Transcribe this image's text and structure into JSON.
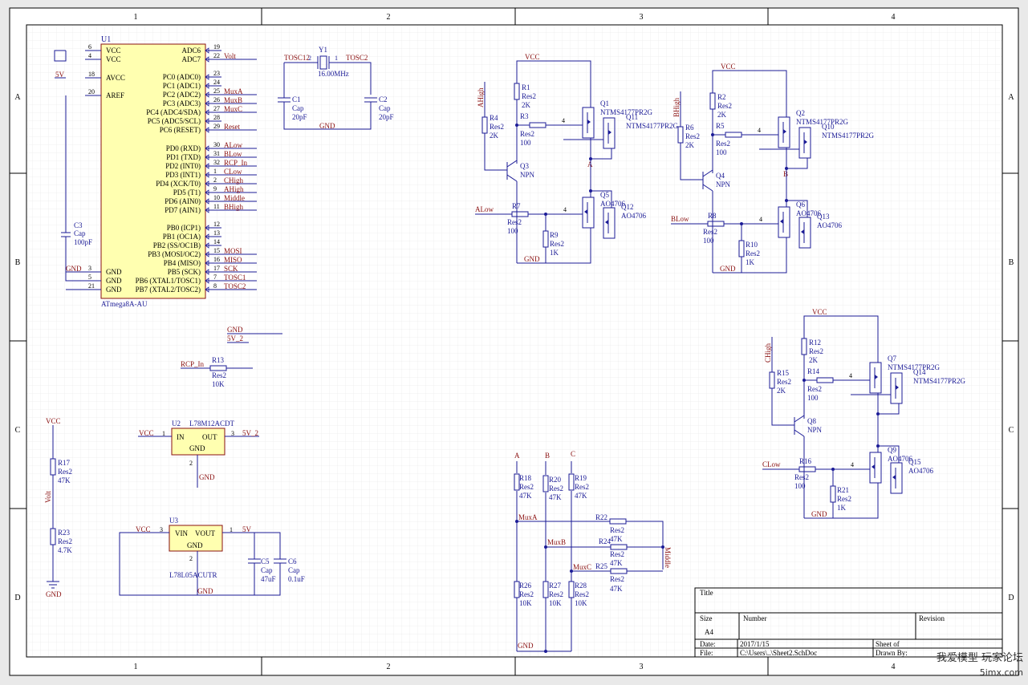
{
  "colors": {
    "wire": "#1b1b96",
    "net": "#8a1010",
    "part": "#ffffb0",
    "frame": "#000000"
  },
  "grid": {
    "cols": [
      "1",
      "2",
      "3",
      "4"
    ],
    "rows": [
      "A",
      "B",
      "C",
      "D"
    ]
  },
  "u1": {
    "designator": "U1",
    "part": "ATmega8A-AU",
    "left_pins": [
      {
        "num": "6",
        "name": "VCC"
      },
      {
        "num": "4",
        "name": "VCC"
      },
      {
        "num": "18",
        "name": "AVCC"
      },
      {
        "num": "20",
        "name": "AREF"
      },
      {
        "num": "3",
        "name": "GND"
      },
      {
        "num": "5",
        "name": "GND"
      },
      {
        "num": "21",
        "name": "GND"
      }
    ],
    "right_pins": [
      {
        "num": "19",
        "name": "ADC6",
        "net": ""
      },
      {
        "num": "22",
        "name": "ADC7",
        "net": "Volt"
      },
      {
        "num": "23",
        "name": "PC0 (ADC0)",
        "net": ""
      },
      {
        "num": "24",
        "name": "PC1 (ADC1)",
        "net": ""
      },
      {
        "num": "25",
        "name": "PC2 (ADC2)",
        "net": "MuxA"
      },
      {
        "num": "26",
        "name": "PC3 (ADC3)",
        "net": "MuxB"
      },
      {
        "num": "27",
        "name": "PC4 (ADC4/SDA)",
        "net": "MuxC"
      },
      {
        "num": "28",
        "name": "PC5 (ADC5/SCL)",
        "net": ""
      },
      {
        "num": "29",
        "name": "PC6 (RESET)",
        "net": "Reset"
      },
      {
        "num": "30",
        "name": "PD0 (RXD)",
        "net": "ALow"
      },
      {
        "num": "31",
        "name": "PD1 (TXD)",
        "net": "BLow"
      },
      {
        "num": "32",
        "name": "PD2 (INT0)",
        "net": "RCP_In"
      },
      {
        "num": "1",
        "name": "PD3 (INT1)",
        "net": "CLow"
      },
      {
        "num": "2",
        "name": "PD4 (XCK/T0)",
        "net": "CHigh"
      },
      {
        "num": "9",
        "name": "PD5 (T1)",
        "net": "AHigh"
      },
      {
        "num": "10",
        "name": "PD6 (AIN0)",
        "net": "Middle"
      },
      {
        "num": "11",
        "name": "PD7 (AIN1)",
        "net": "BHigh"
      },
      {
        "num": "12",
        "name": "PB0 (ICP1)",
        "net": ""
      },
      {
        "num": "13",
        "name": "PB1 (OC1A)",
        "net": ""
      },
      {
        "num": "14",
        "name": "PB2 (SS/OC1B)",
        "net": ""
      },
      {
        "num": "15",
        "name": "PB3 (MOSI/OC2)",
        "net": "MOSI"
      },
      {
        "num": "16",
        "name": "PB4 (MISO)",
        "net": "MISO"
      },
      {
        "num": "17",
        "name": "PB5 (SCK)",
        "net": "SCK"
      },
      {
        "num": "7",
        "name": "PB6 (XTAL1/TOSC1)",
        "net": "TOSC1"
      },
      {
        "num": "8",
        "name": "PB7 (XTAL2/TOSC2)",
        "net": "TOSC2"
      }
    ],
    "nets": {
      "fivev": "5V",
      "gnd": "GND"
    }
  },
  "c3": {
    "ref": "C3",
    "type": "Cap",
    "val": "100pF"
  },
  "crystal": {
    "ref": "Y1",
    "val": "16.00MHz",
    "pin1": "1",
    "pin2": "2",
    "net1": "TOSC12",
    "net2": "TOSC2",
    "gnd": "GND",
    "c1": {
      "ref": "C1",
      "type": "Cap",
      "val": "20pF"
    },
    "c2": {
      "ref": "C2",
      "type": "Cap",
      "val": "20pF"
    }
  },
  "labels_mid": {
    "gnd": "GND",
    "v52": "5V_2"
  },
  "r13": {
    "net": "RCP_In",
    "ref": "R13",
    "type": "Res2",
    "val": "10K"
  },
  "u2": {
    "ref": "U2",
    "part": "L78M12ACDT",
    "in": "IN",
    "out": "OUT",
    "gnd": "GND",
    "pin1": "1",
    "pin2": "2",
    "pin3": "3",
    "vin": "VCC",
    "vout": "5V_2",
    "gnd_net": "GND"
  },
  "u3": {
    "ref": "U3",
    "part": "L78L05ACUTR",
    "vin": "VIN",
    "vout": "VOUT",
    "gnd": "GND",
    "pin1": "1",
    "pin2": "2",
    "pin3": "3",
    "in_net": "VCC",
    "out_net": "5V",
    "gnd_net": "GND",
    "c5": {
      "ref": "C5",
      "type": "Cap",
      "val": "47uF"
    },
    "c6": {
      "ref": "C6",
      "type": "Cap",
      "val": "0.1uF"
    }
  },
  "divider": {
    "vcc": "VCC",
    "gnd": "GND",
    "net": "Volt",
    "r17": {
      "ref": "R17",
      "type": "Res2",
      "val": "47K"
    },
    "r23": {
      "ref": "R23",
      "type": "Res2",
      "val": "4.7K"
    }
  },
  "phase_a": {
    "vcc": "VCC",
    "gnd": "GND",
    "high": "AHigh",
    "low": "ALow",
    "out": "A",
    "r1": {
      "ref": "R1",
      "type": "Res2",
      "val": "2K"
    },
    "r4": {
      "ref": "R4",
      "type": "Res2",
      "val": "2K"
    },
    "r3": {
      "ref": "R3",
      "type": "Res2",
      "val": "100"
    },
    "r7": {
      "ref": "R7",
      "type": "Res2",
      "val": "100"
    },
    "r9": {
      "ref": "R9",
      "type": "Res2",
      "val": "1K"
    },
    "q3": {
      "ref": "Q3",
      "type": "NPN"
    },
    "q1": {
      "ref": "Q1",
      "type": "NTMS4177PR2G"
    },
    "q11": {
      "ref": "Q11",
      "type": "NTMS4177PR2G"
    },
    "q5": {
      "ref": "Q5",
      "type": "AO4706"
    },
    "q12": {
      "ref": "Q12",
      "type": "AO4706"
    },
    "gate": "4"
  },
  "phase_b": {
    "vcc": "VCC",
    "gnd": "GND",
    "high": "BHigh",
    "low": "BLow",
    "out": "B",
    "r2": {
      "ref": "R2",
      "type": "Res2",
      "val": "2K"
    },
    "r6": {
      "ref": "R6",
      "type": "Res2",
      "val": "2K"
    },
    "r5": {
      "ref": "R5",
      "type": "Res2",
      "val": "100"
    },
    "r8": {
      "ref": "R8",
      "type": "Res2",
      "val": "100"
    },
    "r10": {
      "ref": "R10",
      "type": "Res2",
      "val": "1K"
    },
    "q4": {
      "ref": "Q4",
      "type": "NPN"
    },
    "q2": {
      "ref": "Q2",
      "type": "NTMS4177PR2G"
    },
    "q10": {
      "ref": "Q10",
      "type": "NTMS4177PR2G"
    },
    "q6": {
      "ref": "Q6",
      "type": "AO4706"
    },
    "q13": {
      "ref": "Q13",
      "type": "AO4706"
    },
    "gate": "4"
  },
  "phase_c": {
    "vcc": "VCC",
    "gnd": "GND",
    "high": "CHigh",
    "low": "CLow",
    "r12": {
      "ref": "R12",
      "type": "Res2",
      "val": "2K"
    },
    "r15": {
      "ref": "R15",
      "type": "Res2",
      "val": "2K"
    },
    "r14": {
      "ref": "R14",
      "type": "Res2",
      "val": "100"
    },
    "r16": {
      "ref": "R16",
      "type": "Res2",
      "val": "100"
    },
    "r21": {
      "ref": "R21",
      "type": "Res2",
      "val": "1K"
    },
    "q8": {
      "ref": "Q8",
      "type": "NPN"
    },
    "q7": {
      "ref": "Q7",
      "type": "NTMS4177PR2G"
    },
    "q14": {
      "ref": "Q14",
      "type": "NTMS4177PR2G"
    },
    "q9": {
      "ref": "Q9",
      "type": "AO4706"
    },
    "q15": {
      "ref": "Q15",
      "type": "AO4706"
    },
    "gate": "4"
  },
  "bemf": {
    "a": "A",
    "b": "B",
    "c": "C",
    "muxa": "MuxA",
    "muxb": "MuxB",
    "muxc": "MuxC",
    "middle": "Middle",
    "gnd": "GND",
    "r18": {
      "ref": "R18",
      "type": "Res2",
      "val": "47K"
    },
    "r20": {
      "ref": "R20",
      "type": "Res2",
      "val": "47K"
    },
    "r19": {
      "ref": "R19",
      "type": "Res2",
      "val": "47K"
    },
    "r26": {
      "ref": "R26",
      "type": "Res2",
      "val": "10K"
    },
    "r27": {
      "ref": "R27",
      "type": "Res2",
      "val": "10K"
    },
    "r28": {
      "ref": "R28",
      "type": "Res2",
      "val": "10K"
    },
    "r22": {
      "ref": "R22",
      "type": "Res2",
      "val": "47K"
    },
    "r24": {
      "ref": "R24",
      "type": "Res2",
      "val": "47K"
    },
    "r25": {
      "ref": "R25",
      "type": "Res2",
      "val": "47K"
    }
  },
  "title_block": {
    "title": "Title",
    "size": "Size",
    "size_val": "A4",
    "number": "Number",
    "revision": "Revision",
    "date": "Date:",
    "date_val": "2017/1/15",
    "sheet": "Sheet   of",
    "file": "File:",
    "file_val": "C:\\Users\\..\\Sheet2.SchDoc",
    "drawn": "Drawn By:"
  },
  "watermark": {
    "line1": "我爱模型 玩家论坛",
    "line2": "5imx.com"
  }
}
